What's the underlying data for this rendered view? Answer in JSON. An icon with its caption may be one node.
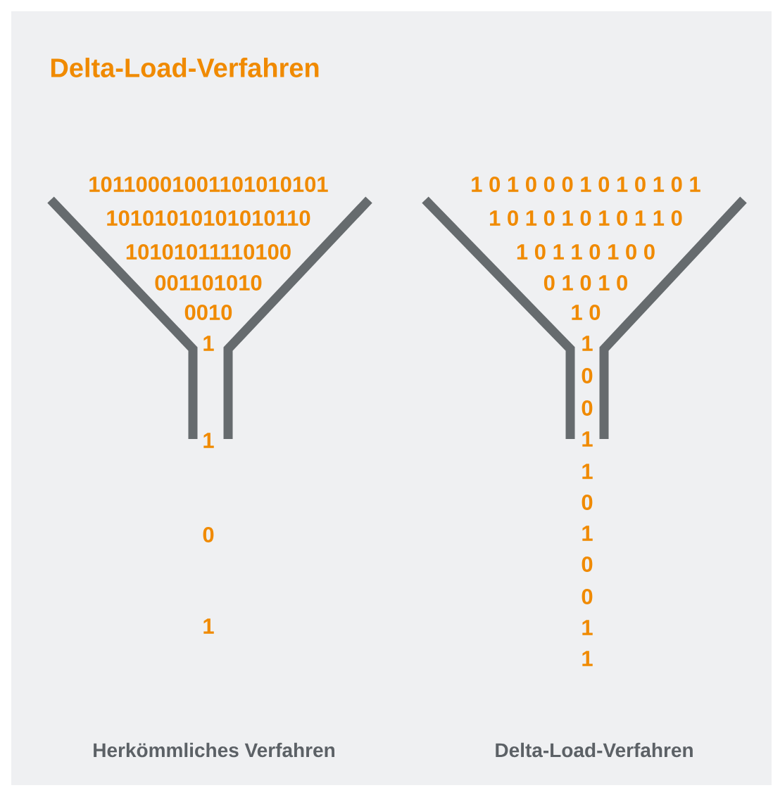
{
  "diagram": {
    "title": "Delta-Load-Verfahren",
    "labels": [
      "10110001001101010101",
      "10101010101010110",
      "10101011110100",
      "001101010",
      "0010",
      "1",
      "1",
      "0",
      "1",
      "1 0 1 0 0 0 1 0 1 0 1 0 1",
      "1 0 1 0 1 0 1 0 1 1 0",
      "1 0 1 1 0 1 0 0",
      "0 1 0 1 0",
      "1 0",
      "1",
      "0",
      "0",
      "1",
      "1",
      "0",
      "1",
      "0",
      "0",
      "1",
      "1",
      "Herkömmliches Verfahren",
      "Delta-Load-Verfahren"
    ]
  }
}
